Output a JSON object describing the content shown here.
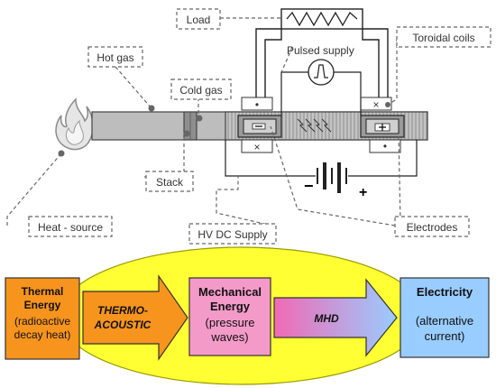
{
  "schematic": {
    "labels": {
      "load": "Load",
      "toroidal_coils": "Toroidal coils",
      "hot_gas": "Hot gas",
      "pulsed_supply": "Pulsed supply",
      "cold_gas": "Cold gas",
      "stack": "Stack",
      "heat_source": "Heat - source",
      "hv_dc_supply": "HV DC Supply",
      "electrodes": "Electrodes"
    },
    "polarity": {
      "minus": "−",
      "plus": "+"
    },
    "coil_marks": {
      "cross": "×",
      "dot": "•"
    }
  },
  "flow": {
    "thermal": {
      "line1": "Thermal",
      "line2": "Energy",
      "line3": "(radioactive",
      "line4": "decay heat)"
    },
    "arrow1": {
      "line1": "THERMO-",
      "line2": "ACOUSTIC"
    },
    "mechanical": {
      "line1": "Mechanical",
      "line2": "Energy",
      "line3": "(pressure",
      "line4": "waves)"
    },
    "arrow2": {
      "line1": "MHD"
    },
    "electricity": {
      "line1": "Electricity",
      "line2": "(alternative",
      "line3": "current)"
    }
  },
  "colors": {
    "thermal_box": "#f7941d",
    "ellipse": "#ffff33",
    "mechanical_box": "#f49ac9",
    "electricity_box": "#99ccff",
    "tube": "#bdbdbd"
  }
}
